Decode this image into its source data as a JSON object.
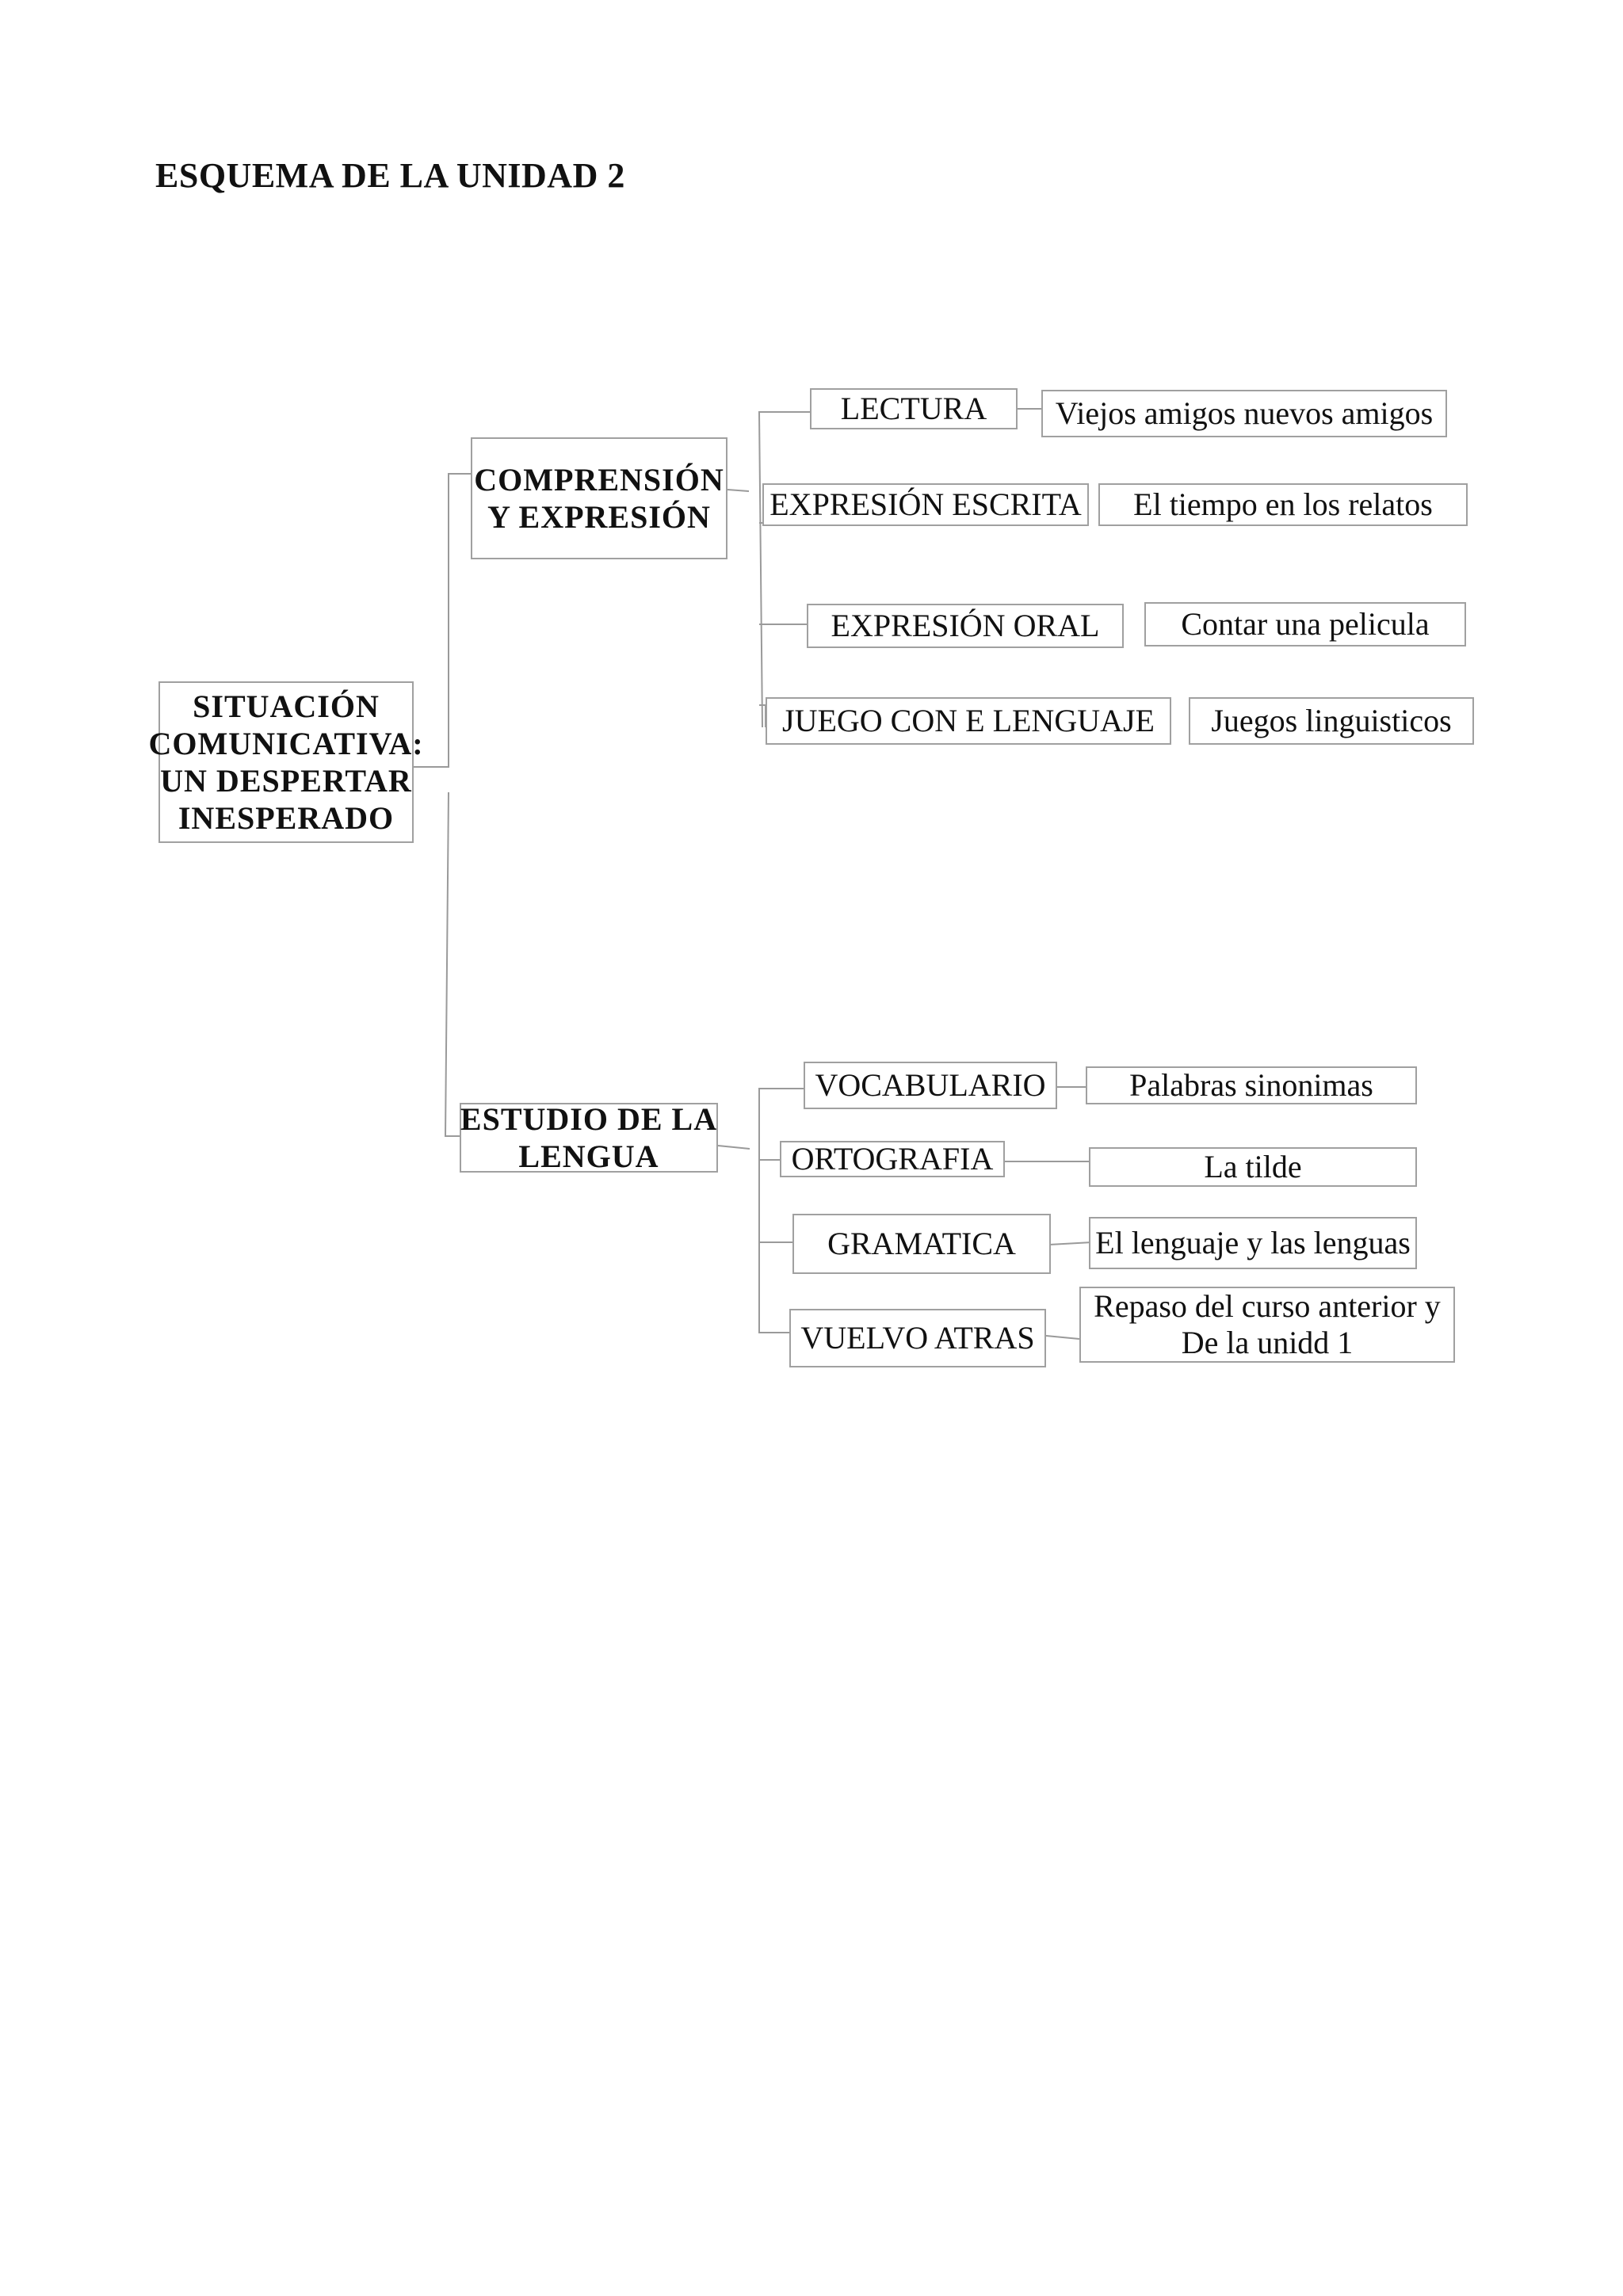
{
  "page": {
    "title": "ESQUEMA DE LA UNIDAD 2"
  },
  "root": {
    "lines": [
      "SITUACIÓN",
      "COMUNICATIVA:",
      "UN DESPERTAR",
      "INESPERADO"
    ]
  },
  "branches": [
    {
      "lines": [
        "COMPRENSIÓN",
        "Y EXPRESIÓN"
      ],
      "sections": [
        {
          "label": "LECTURA",
          "detail": [
            "Viejos amigos nuevos amigos"
          ]
        },
        {
          "label": "EXPRESIÓN ESCRITA",
          "detail": [
            "El tiempo en los relatos"
          ]
        },
        {
          "label": "EXPRESIÓN ORAL",
          "detail": [
            "Contar una pelicula"
          ]
        },
        {
          "label": "JUEGO CON E LENGUAJE",
          "detail": [
            "Juegos linguisticos"
          ]
        }
      ]
    },
    {
      "lines": [
        "ESTUDIO DE LA",
        "LENGUA"
      ],
      "sections": [
        {
          "label": "VOCABULARIO",
          "detail": [
            "Palabras sinonimas"
          ]
        },
        {
          "label": "ORTOGRAFIA",
          "detail": [
            "La tilde"
          ]
        },
        {
          "label": "GRAMATICA",
          "detail": [
            "El lenguaje y las lenguas"
          ]
        },
        {
          "label": "VUELVO ATRAS",
          "detail": [
            "Repaso del curso anterior y",
            "De la unidd 1"
          ]
        }
      ]
    }
  ]
}
